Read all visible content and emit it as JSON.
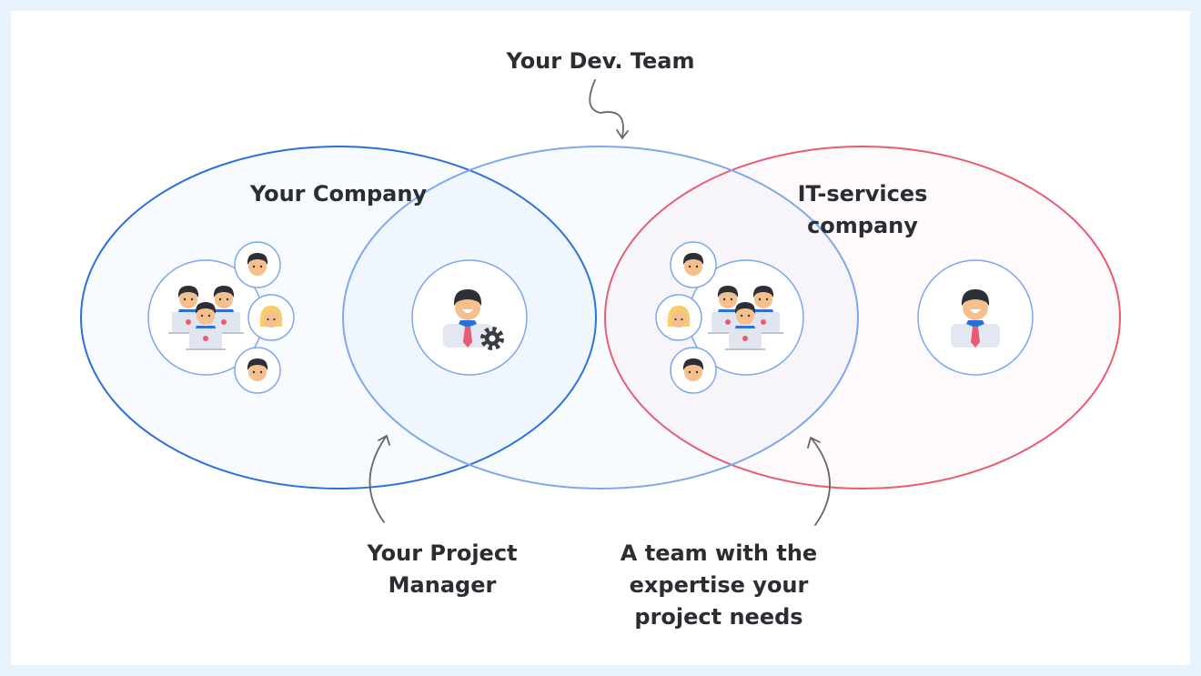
{
  "title": "Your Dev. Team",
  "left_circle": {
    "label": "Your Company"
  },
  "right_circle": {
    "label_line1": "IT-services",
    "label_line2": "company"
  },
  "annotations": {
    "project_manager": {
      "line1": "Your Project",
      "line2": "Manager"
    },
    "team": {
      "line1": "A team with the",
      "line2": "expertise your",
      "line3": "project needs"
    }
  },
  "colors": {
    "company": "#2a6fdb",
    "dev_team": "#7fa7ee",
    "it_services": "#ea5a72",
    "text": "#2b2d33"
  }
}
